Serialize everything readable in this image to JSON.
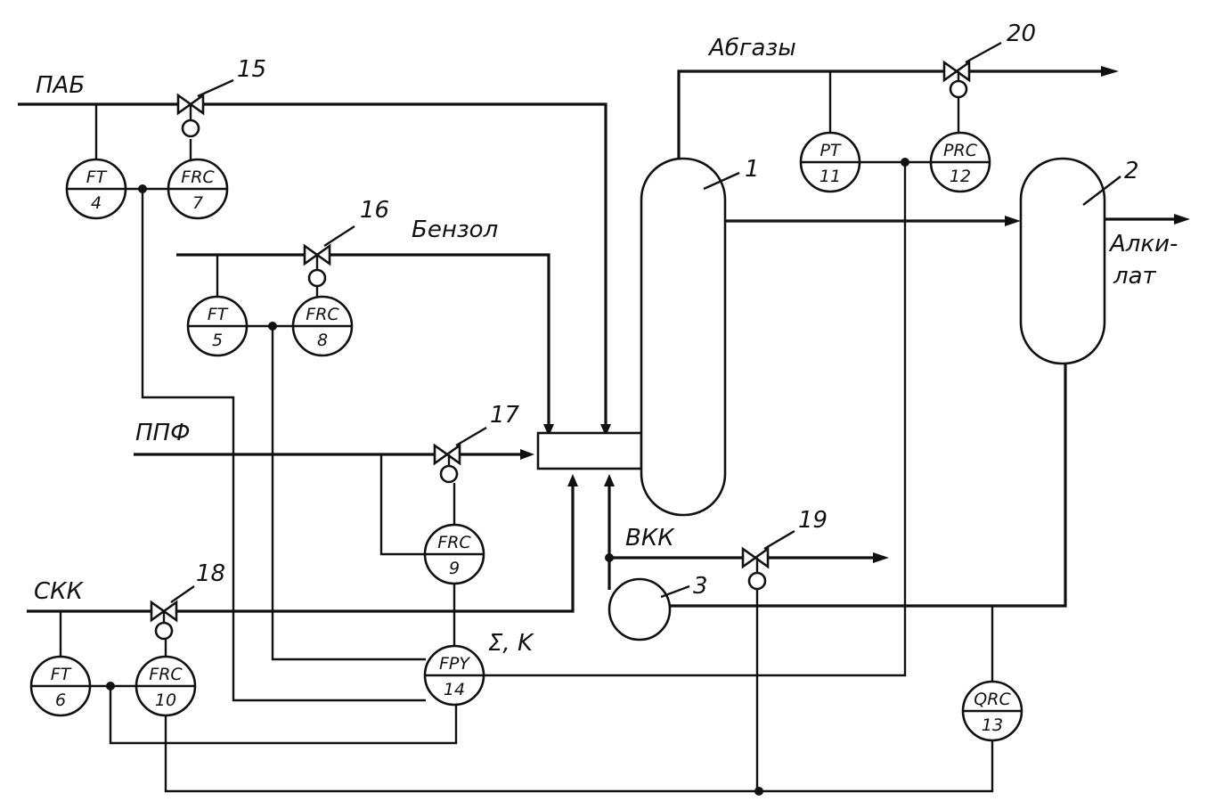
{
  "streams": {
    "pab": "ПАБ",
    "benzol": "Бензол",
    "ppf": "ППФ",
    "skk": "СКК",
    "vkk": "ВКК",
    "abgazy": "Абгазы",
    "alkilat_line1": "Алки-",
    "alkilat_line2": "лат",
    "sigma_k": "Σ, K"
  },
  "equipment": {
    "reactor": "1",
    "settler": "2",
    "pump": "3"
  },
  "valves": {
    "v15": "15",
    "v16": "16",
    "v17": "17",
    "v18": "18",
    "v19": "19",
    "v20": "20"
  },
  "instruments": {
    "i4": {
      "tag": "FT",
      "num": "4"
    },
    "i5": {
      "tag": "FT",
      "num": "5"
    },
    "i6": {
      "tag": "FT",
      "num": "6"
    },
    "i7": {
      "tag": "FRC",
      "num": "7"
    },
    "i8": {
      "tag": "FRC",
      "num": "8"
    },
    "i9": {
      "tag": "FRC",
      "num": "9"
    },
    "i10": {
      "tag": "FRC",
      "num": "10"
    },
    "i11": {
      "tag": "PT",
      "num": "11"
    },
    "i12": {
      "tag": "PRC",
      "num": "12"
    },
    "i13": {
      "tag": "QRC",
      "num": "13"
    },
    "i14": {
      "tag": "FPY",
      "num": "14"
    }
  }
}
